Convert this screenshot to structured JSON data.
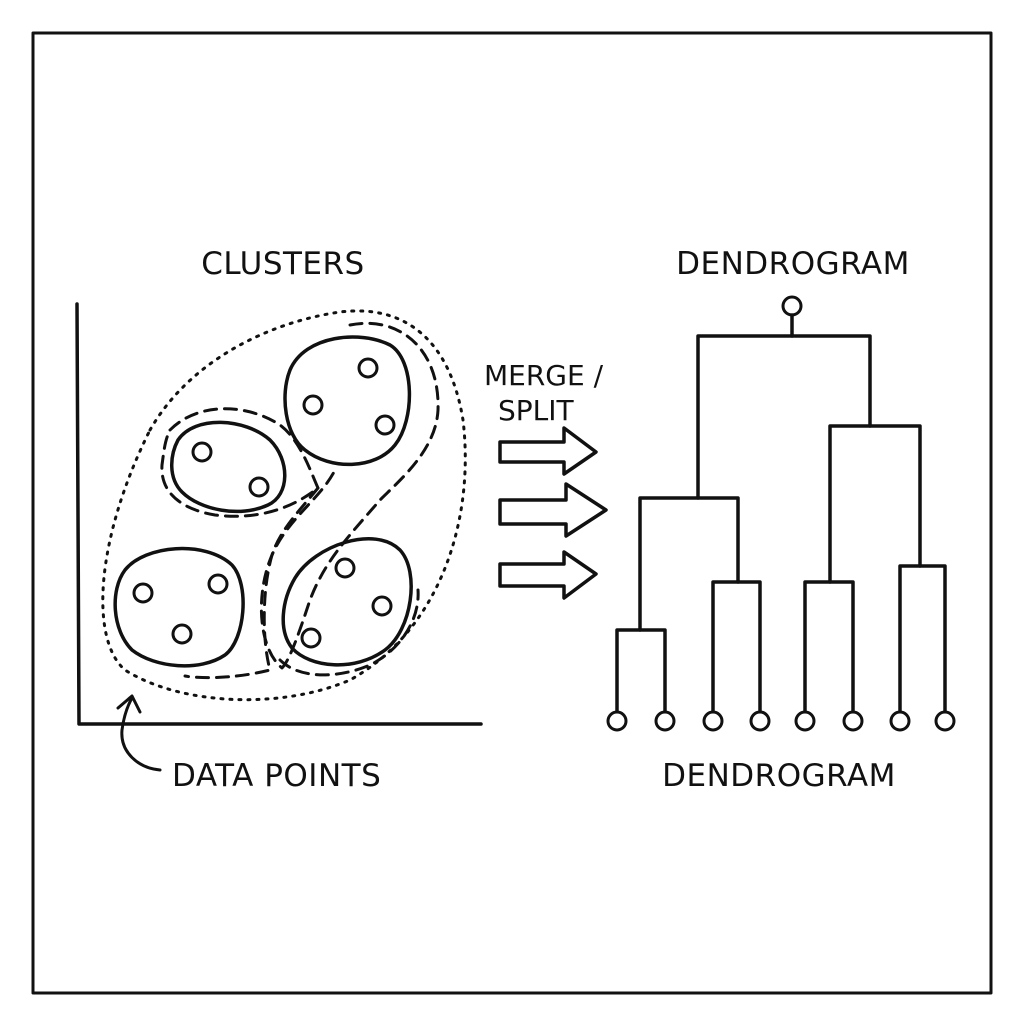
{
  "labels": {
    "clusters": "CLUSTERS",
    "dendrogram_top": "DENDROGRAM",
    "merge_split_line1": "MERGE /",
    "merge_split_line2": "SPLIT",
    "data_points": "DATA POINTS",
    "dendrogram_bottom": "DENDROGRAM"
  },
  "colors": {
    "ink": "#111111",
    "background": "#ffffff"
  }
}
